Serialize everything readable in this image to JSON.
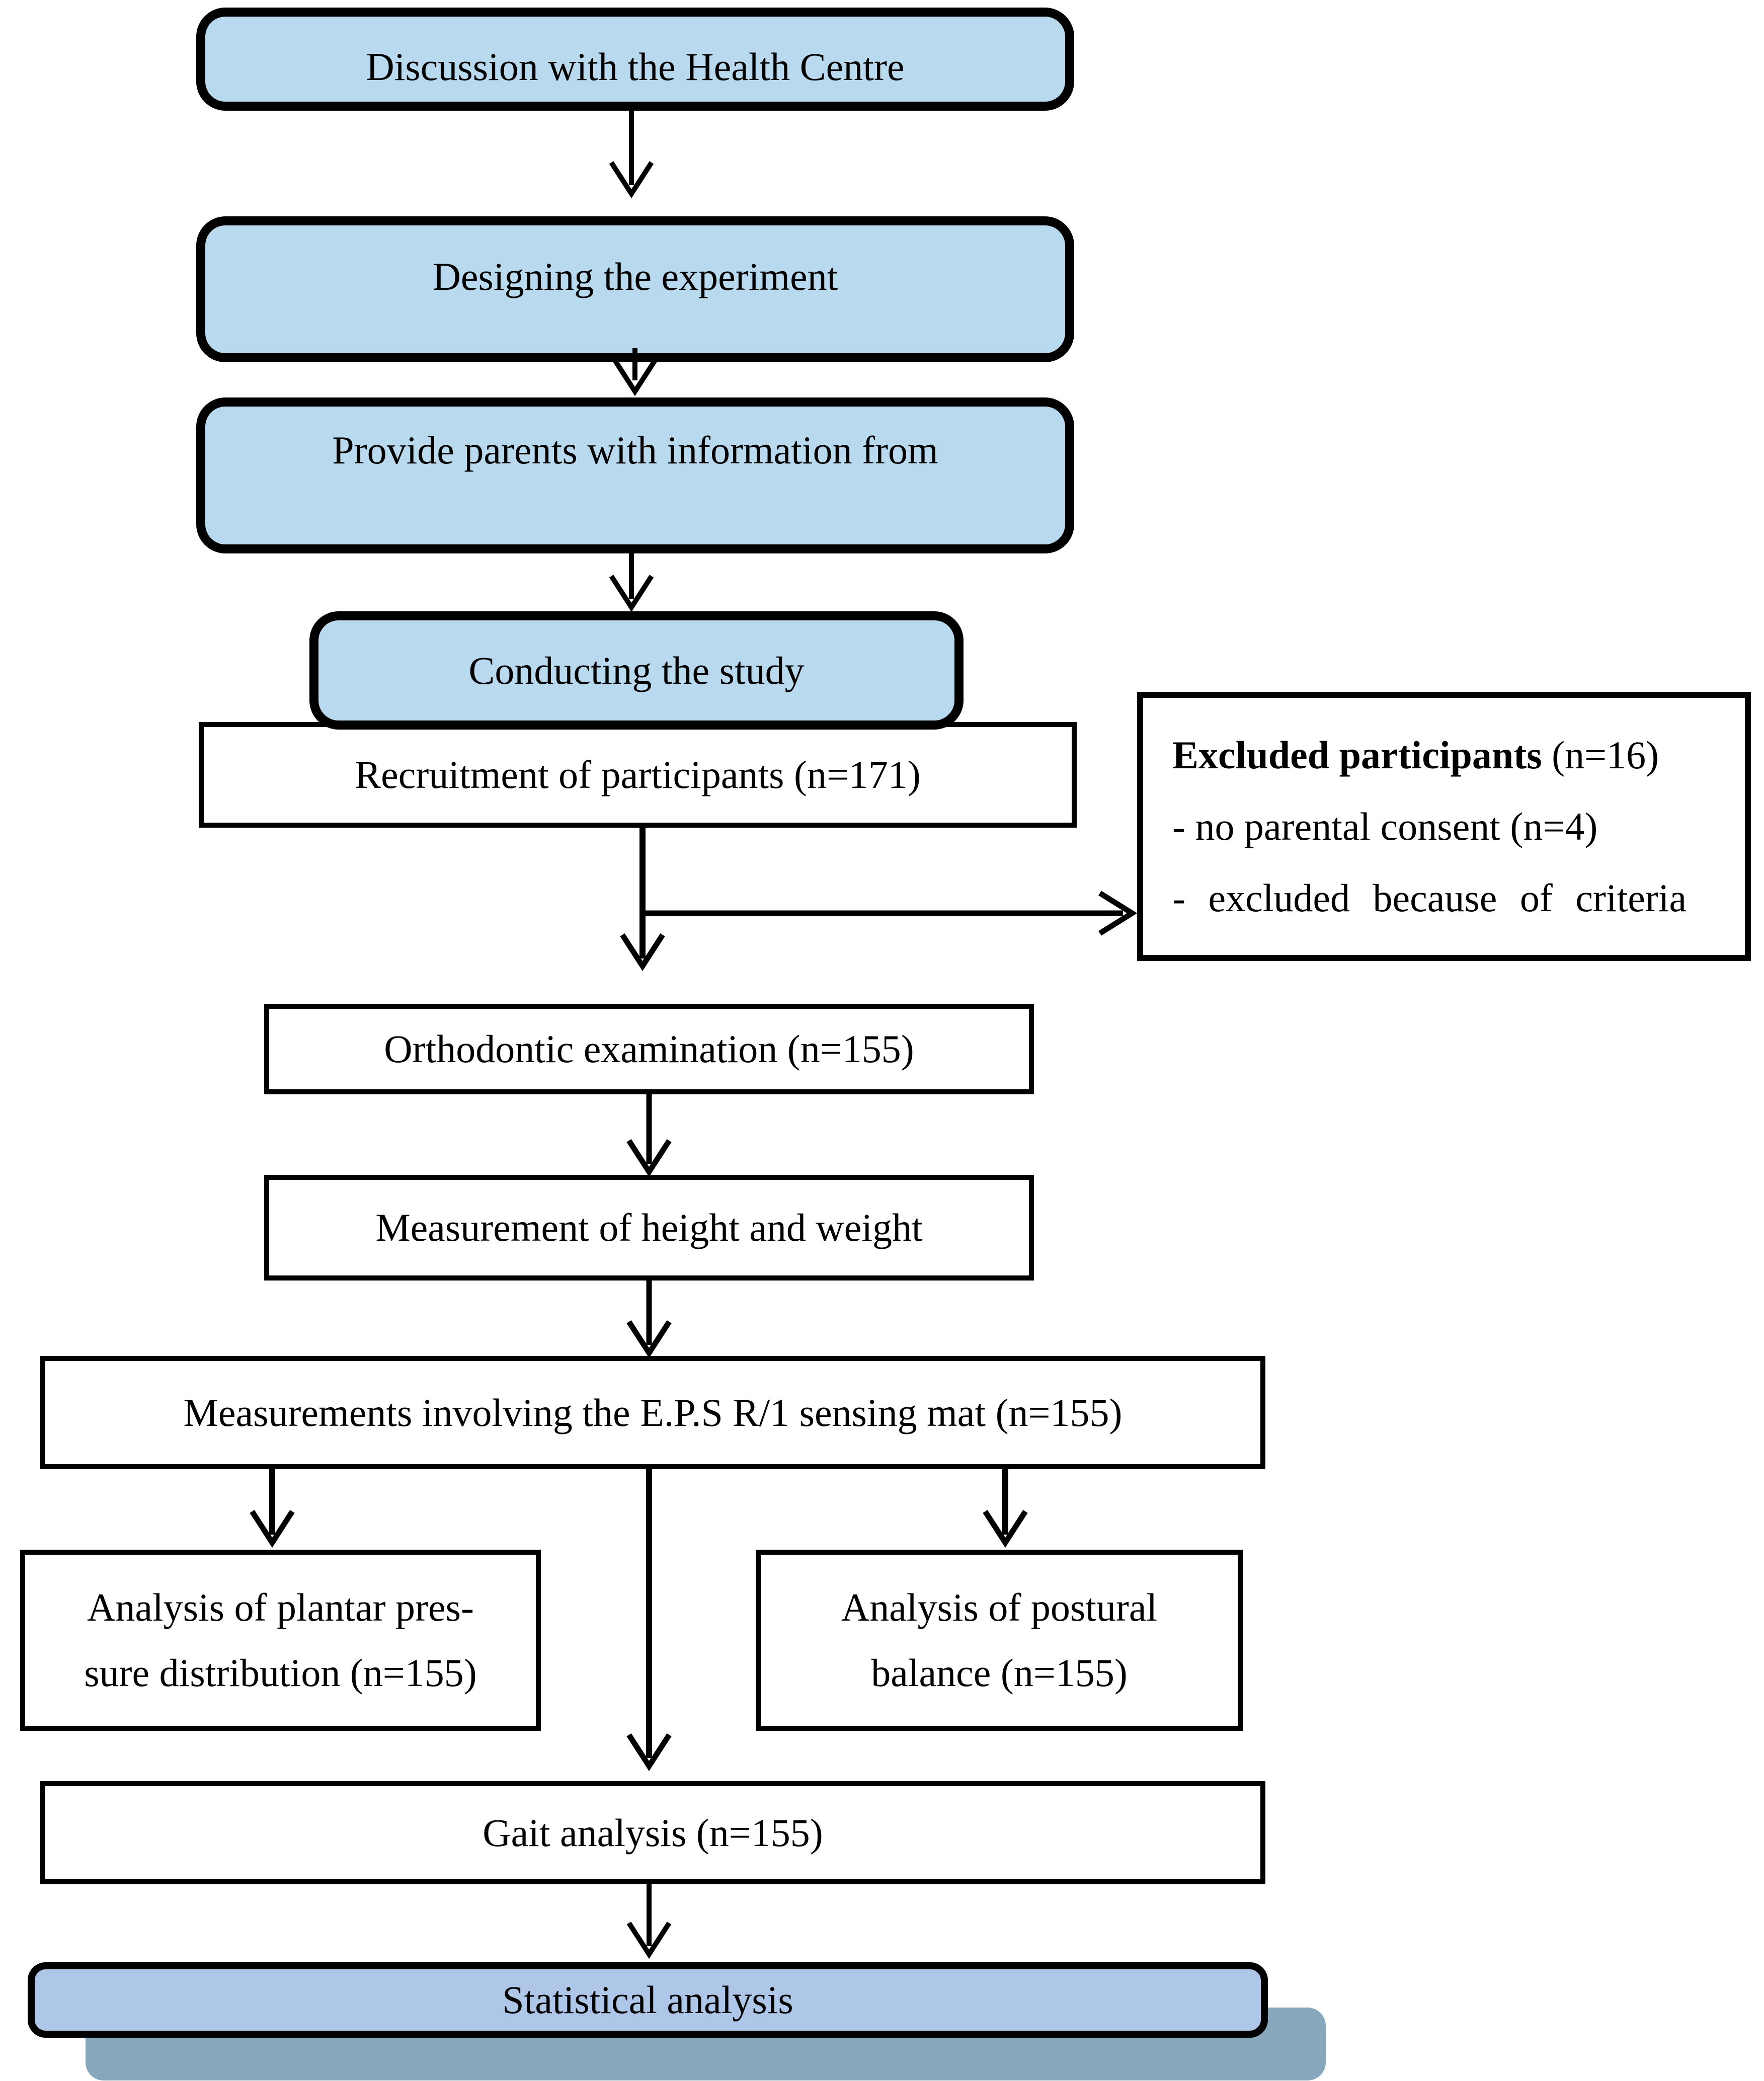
{
  "figure": {
    "type": "flowchart",
    "description": "Study procedure flow diagram"
  },
  "colors": {
    "process_box_fill": "#b8d9ee",
    "final_box_fill": "#aec7e9",
    "final_box_shadow": "#87a7bc",
    "box_border": "#000000",
    "text": "#000000",
    "background": "#ffffff"
  },
  "nodes": {
    "discussion": {
      "label": "Discussion with the Health Centre"
    },
    "designing": {
      "label": "Designing the experiment"
    },
    "provide": {
      "label": "Provide parents with information from"
    },
    "conducting": {
      "label": "Conducting the study"
    },
    "recruitment": {
      "label": "Recruitment of participants (n=171)"
    },
    "excluded": {
      "title_bold": "Excluded participants",
      "title_rest": " (n=16)",
      "item1": "- no parental consent (n=4)",
      "item2": "- excluded because of criteria"
    },
    "orthodontic": {
      "label": "Orthodontic examination (n=155)"
    },
    "measurement": {
      "label": "Measurement of height and weight"
    },
    "eps": {
      "label": "Measurements involving the E.P.S R/1 sensing mat (n=155)"
    },
    "plantar": {
      "line1": "Analysis of plantar pres-",
      "line2": "sure distribution (n=155)"
    },
    "postural": {
      "line1": "Analysis of postural",
      "line2": "balance (n=155)"
    },
    "gait": {
      "label": "Gait analysis (n=155)"
    },
    "statistical": {
      "label": "Statistical analysis"
    }
  }
}
